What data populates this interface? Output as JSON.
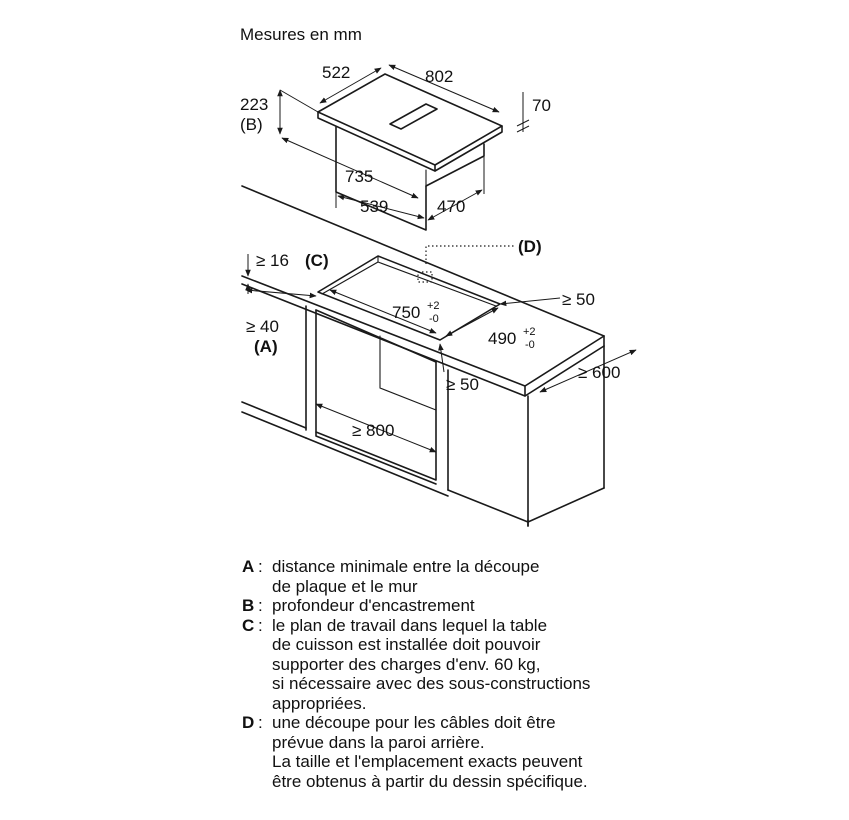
{
  "diagram": {
    "header": "Mesures en mm",
    "dimensions": {
      "hob_depth": "522",
      "hob_width": "802",
      "hob_height": "70",
      "depth_223": "223",
      "ref_b": "(B)",
      "inner_735": "735",
      "inner_539": "539",
      "inner_470": "470",
      "min_16": "≥ 16",
      "ref_c": "(C)",
      "ref_d": "(D)",
      "cut_width": "750",
      "cut_width_tol_plus": "+2",
      "cut_width_tol_minus": "-0",
      "cut_depth": "490",
      "cut_depth_tol_plus": "+2",
      "cut_depth_tol_minus": "-0",
      "min_50_rear": "≥ 50",
      "min_40": "≥ 40",
      "ref_a": "(A)",
      "min_50_front": "≥ 50",
      "min_600": "≥ 600",
      "min_800": "≥ 800"
    }
  },
  "legend": [
    {
      "key": "A",
      "lines": [
        "distance minimale entre la découpe",
        "de plaque et le mur"
      ]
    },
    {
      "key": "B",
      "lines": [
        "profondeur d'encastrement"
      ]
    },
    {
      "key": "C",
      "lines": [
        "le plan de travail dans lequel la table",
        "de cuisson est installée doit pouvoir",
        "supporter des charges d'env. 60 kg,",
        "si nécessaire avec des sous-constructions",
        "appropriées."
      ]
    },
    {
      "key": "D",
      "lines": [
        "une découpe pour les câbles doit être",
        "prévue dans la paroi arrière.",
        "La taille et l'emplacement exacts peuvent",
        "être obtenus à partir du dessin spécifique."
      ]
    }
  ]
}
